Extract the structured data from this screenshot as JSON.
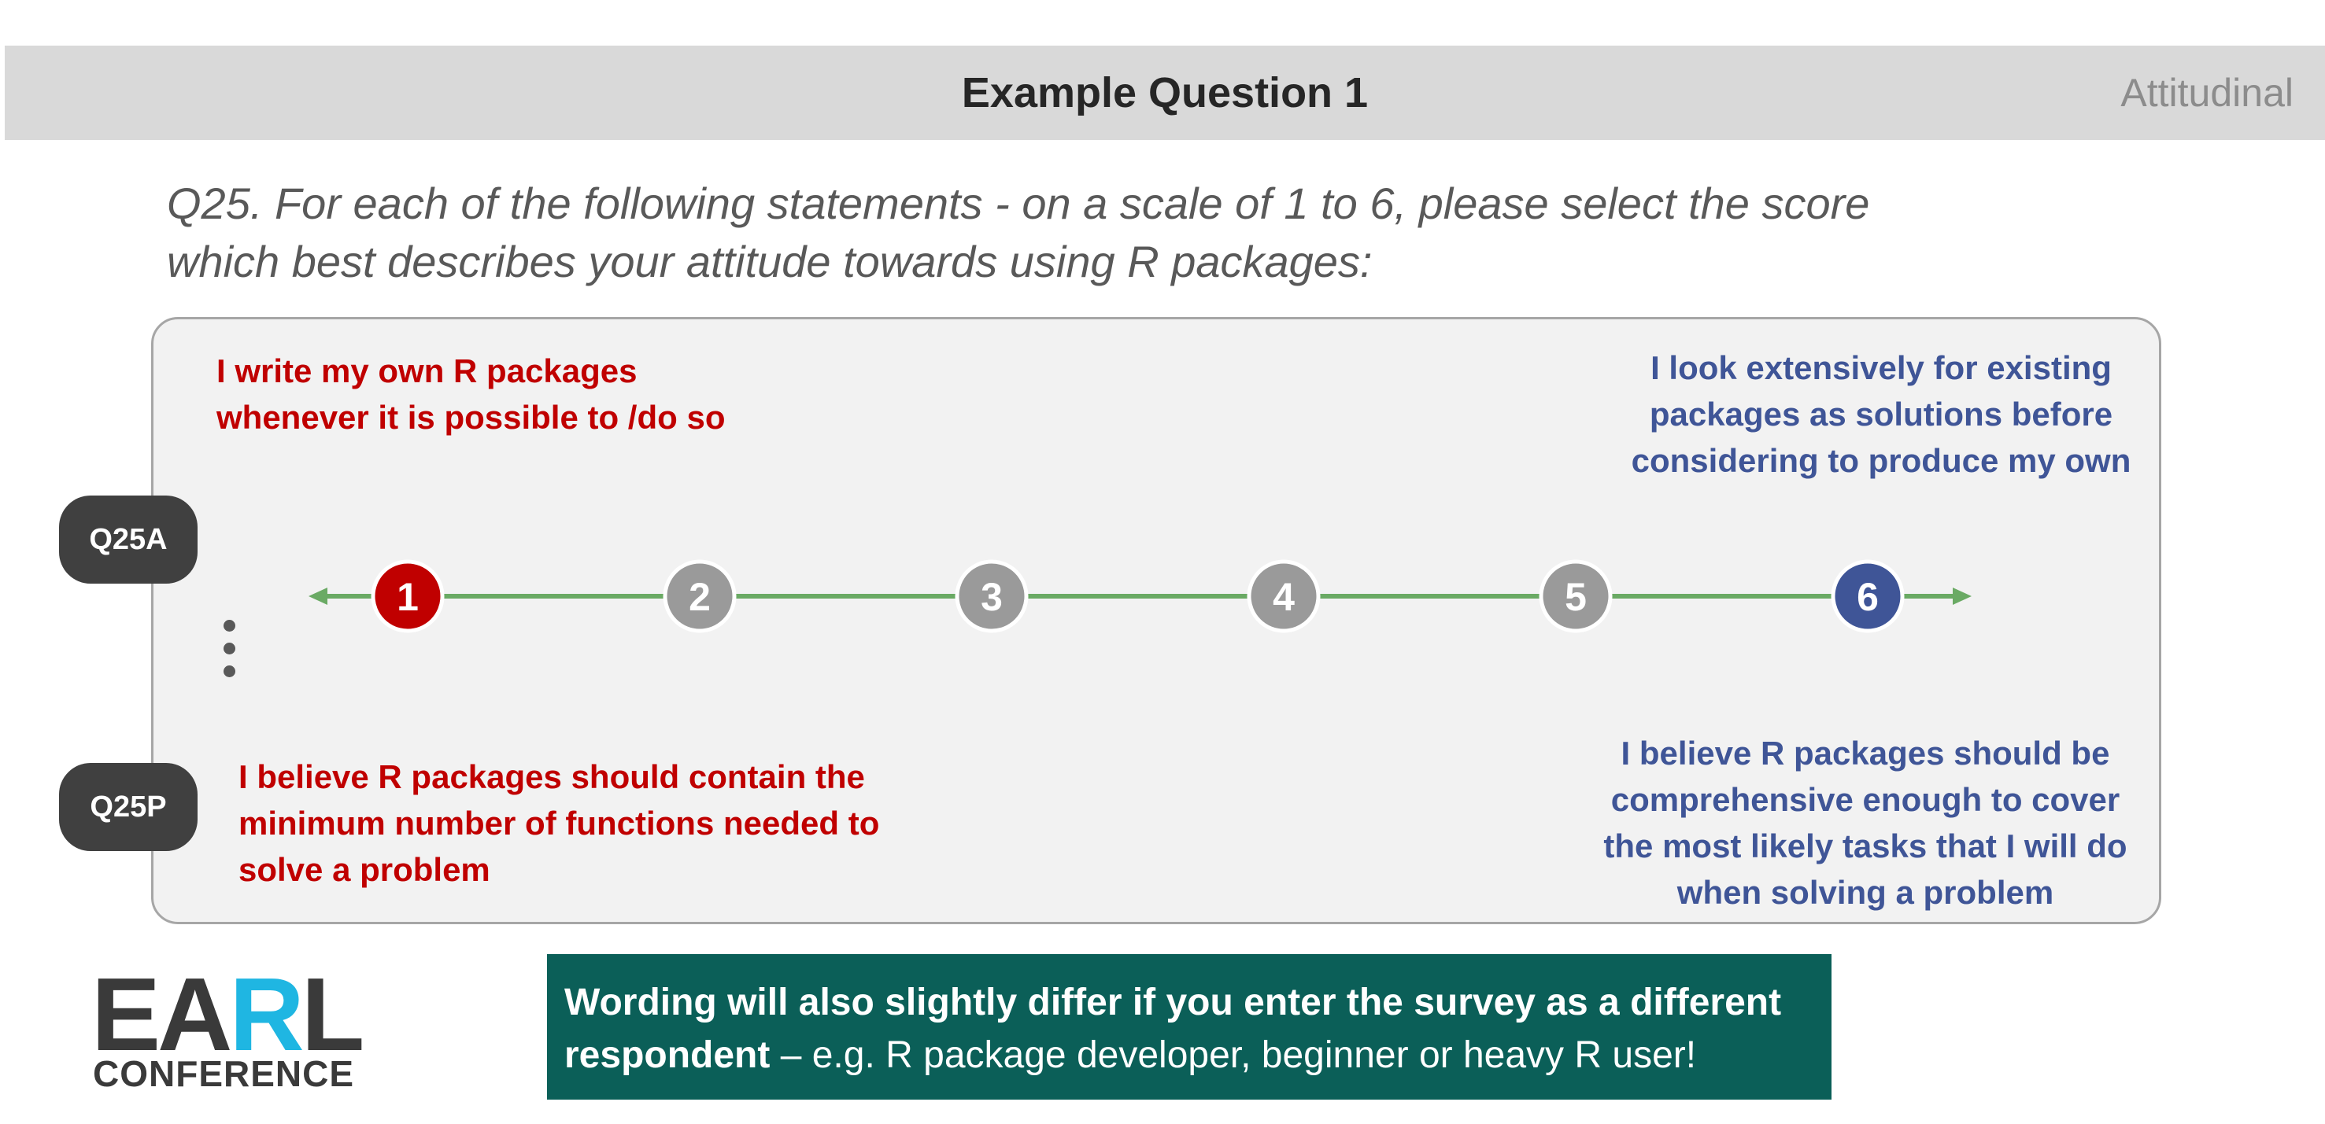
{
  "header": {
    "title": "Example Question 1",
    "section": "Attitudinal"
  },
  "question": {
    "text": "Q25. For each of the following statements - on a scale of 1 to 6, please select the score which best describes your attitude towards using R packages:"
  },
  "items": [
    {
      "tag": "Q25A",
      "left_statement": "I write my own R packages whenever it is possible to /do so",
      "right_statement": "I look extensively for existing packages as solutions before considering to produce my own"
    },
    {
      "tag": "Q25P",
      "left_statement": "I believe R packages should contain the minimum number of functions needed to solve a problem",
      "right_statement": "I believe R packages should be comprehensive enough to cover the most likely tasks that I will do when solving a problem"
    }
  ],
  "scale": {
    "points": [
      "1",
      "2",
      "3",
      "4",
      "5",
      "6"
    ],
    "left_color": "#c00000",
    "right_color": "#3f5597",
    "mid_color": "#9a9a9a",
    "line_color": "#6aaa64"
  },
  "note": {
    "bold": "Wording will also slightly differ if you enter the survey as a different respondent",
    "rest": " – e.g. R package developer, beginner or heavy R user!",
    "background": "#0b5f58"
  },
  "logo": {
    "word_left": "EA",
    "word_accent": "R",
    "word_right": "L",
    "sub": "CONFERENCE",
    "accent_color": "#1fb6e2"
  }
}
